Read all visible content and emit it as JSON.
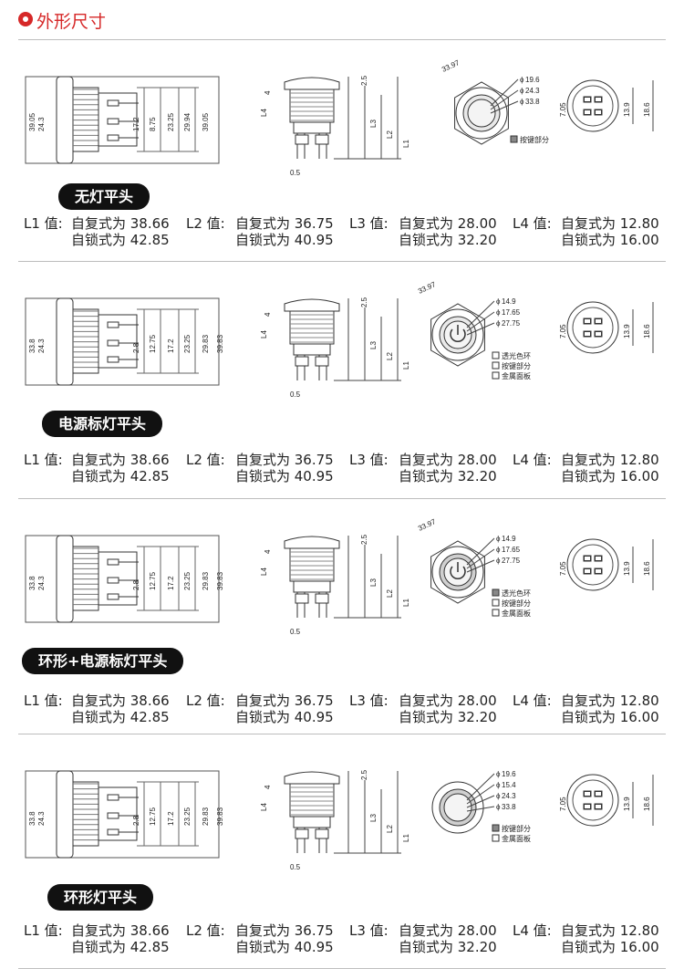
{
  "header": {
    "title": "外形尺寸"
  },
  "sections": [
    {
      "name": "无灯平头",
      "top_dims": {
        "outer": "33.97",
        "d1": "19.6",
        "d2": "24.3",
        "d3": "33.8"
      },
      "legend": [
        "按键部分"
      ],
      "side_dims": [
        "39.05",
        "24.3",
        "17.2",
        "8.75",
        "23.25",
        "29.94",
        "39.05"
      ],
      "l1": {
        "label": "L1 值:",
        "reset": "自复式为 38.66",
        "lock": "自锁式为 42.85"
      },
      "l2": {
        "label": "L2 值:",
        "reset": "自复式为 36.75",
        "lock": "自锁式为 40.95"
      },
      "l3": {
        "label": "L3 值:",
        "reset": "自复式为 28.00",
        "lock": "自锁式为 32.20"
      },
      "l4": {
        "label": "L4 值:",
        "reset": "自复式为 12.80",
        "lock": "自锁式为 16.00"
      }
    },
    {
      "name": "电源标灯平头",
      "top_dims": {
        "outer": "33.97",
        "d1": "14.9",
        "d2": "17.65",
        "d3": "27.75"
      },
      "legend": [
        "透光色环",
        "按键部分",
        "金属面板"
      ],
      "side_dims": [
        "33.8",
        "24.3",
        "2.8",
        "12.75",
        "17.2",
        "23.25",
        "29.83",
        "39.83"
      ],
      "l1": {
        "label": "L1 值:",
        "reset": "自复式为 38.66",
        "lock": "自锁式为 42.85"
      },
      "l2": {
        "label": "L2 值:",
        "reset": "自复式为 36.75",
        "lock": "自锁式为 40.95"
      },
      "l3": {
        "label": "L3 值:",
        "reset": "自复式为 28.00",
        "lock": "自锁式为 32.20"
      },
      "l4": {
        "label": "L4 值:",
        "reset": "自复式为 12.80",
        "lock": "自锁式为 16.00"
      }
    },
    {
      "name": "环形+电源标灯平头",
      "top_dims": {
        "outer": "33.97",
        "d1": "14.9",
        "d2": "17.65",
        "d3": "27.75"
      },
      "legend": [
        "透光色环",
        "按键部分",
        "金属面板"
      ],
      "side_dims": [
        "33.8",
        "24.3",
        "2.8",
        "12.75",
        "17.2",
        "23.25",
        "29.83",
        "39.83"
      ],
      "l1": {
        "label": "L1 值:",
        "reset": "自复式为 38.66",
        "lock": "自锁式为 42.85"
      },
      "l2": {
        "label": "L2 值:",
        "reset": "自复式为 36.75",
        "lock": "自锁式为 40.95"
      },
      "l3": {
        "label": "L3 值:",
        "reset": "自复式为 28.00",
        "lock": "自锁式为 32.20"
      },
      "l4": {
        "label": "L4 值:",
        "reset": "自复式为 12.80",
        "lock": "自锁式为 16.00"
      }
    },
    {
      "name": "环形灯平头",
      "top_dims": {
        "outer": "",
        "d1": "19.6",
        "d2": "15.4",
        "d3": "24.3",
        "d4": "33.8"
      },
      "legend": [
        "按键部分",
        "金属面板"
      ],
      "side_dims": [
        "33.8",
        "24.3",
        "2.8",
        "12.75",
        "17.2",
        "23.25",
        "29.83",
        "39.83"
      ],
      "l1": {
        "label": "L1 值:",
        "reset": "自复式为 38.66",
        "lock": "自锁式为 42.85"
      },
      "l2": {
        "label": "L2 值:",
        "reset": "自复式为 36.75",
        "lock": "自锁式为 40.95"
      },
      "l3": {
        "label": "L3 值:",
        "reset": "自复式为 28.00",
        "lock": "自锁式为 32.20"
      },
      "l4": {
        "label": "L4 值:",
        "reset": "自复式为 12.80",
        "lock": "自锁式为 16.00"
      }
    }
  ],
  "common_dims": {
    "top_h": "4",
    "head_h": "2.5",
    "pin_gap": "0.5",
    "l4": "L4",
    "l3": "L3",
    "l2": "L2",
    "l1": "L1",
    "bottom_a": "7.05",
    "bottom_b": "13.9",
    "bottom_c": "18.6"
  }
}
